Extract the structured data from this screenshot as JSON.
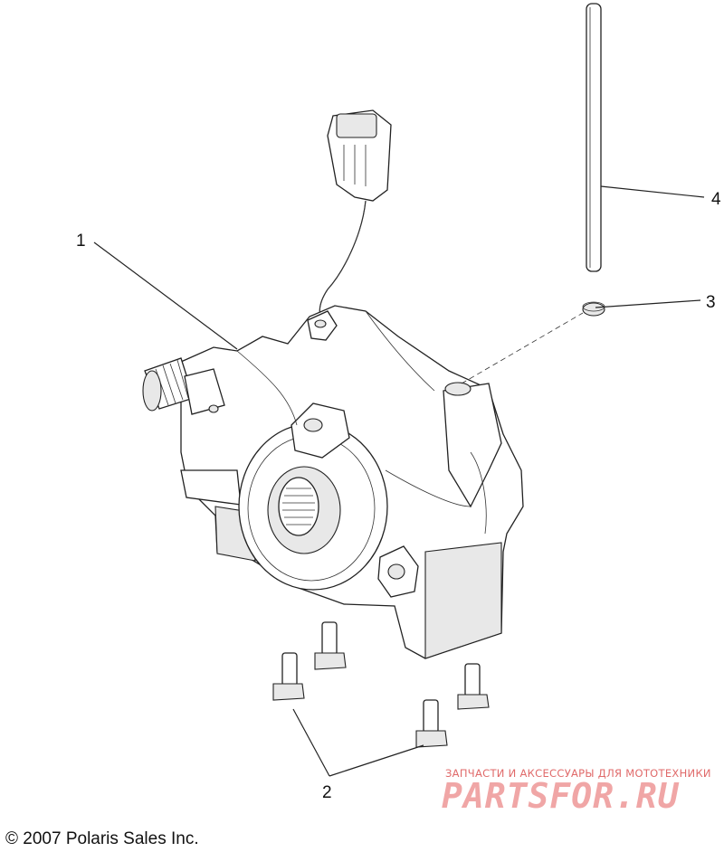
{
  "callouts": [
    {
      "id": "1",
      "label": "1"
    },
    {
      "id": "2",
      "label": "2"
    },
    {
      "id": "3",
      "label": "3"
    },
    {
      "id": "4",
      "label": "4"
    }
  ],
  "copyright": "© 2007 Polaris Sales Inc.",
  "watermark": {
    "tagline": "ЗАПЧАСТИ И АКСЕССУАРЫ ДЛЯ МОТОТЕХНИКИ",
    "logo": "PARTSFOR.RU"
  },
  "colors": {
    "line": "#222222",
    "watermark": "#e06a6a"
  }
}
